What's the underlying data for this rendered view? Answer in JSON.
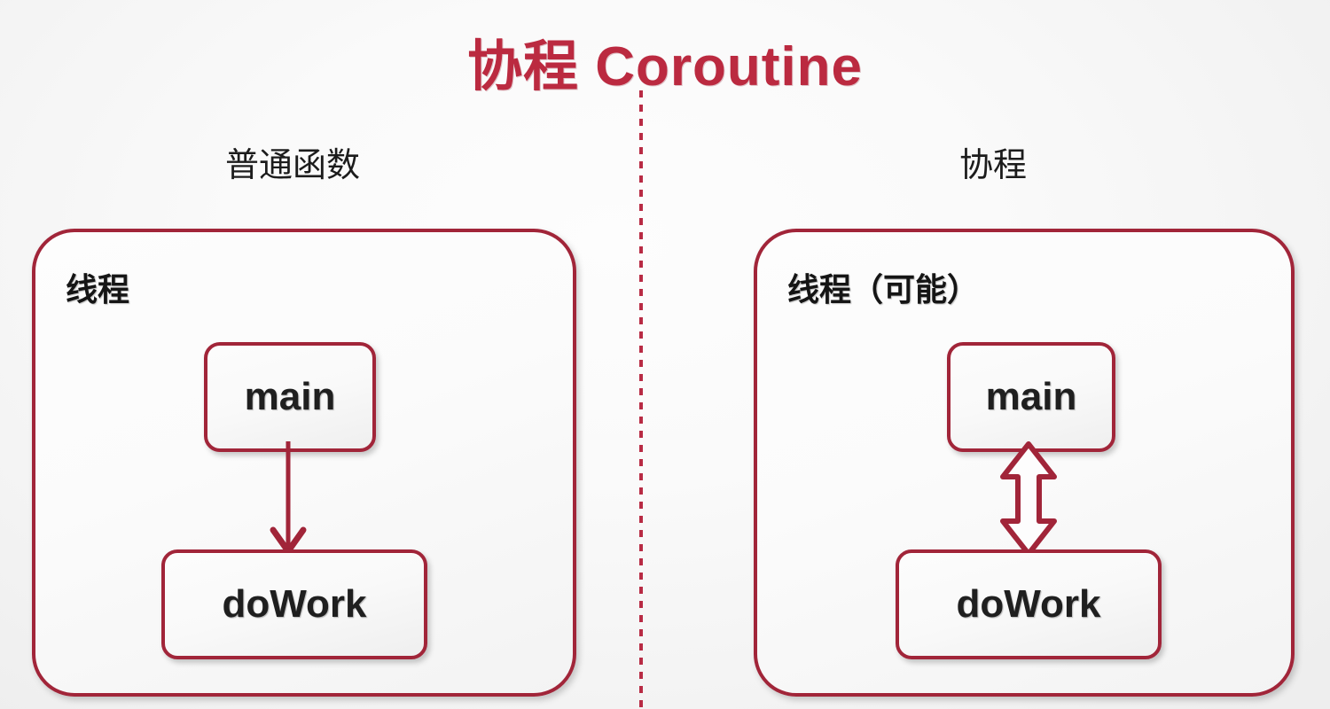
{
  "title": "协程 Coroutine",
  "theme": {
    "accent": "#bb2a40",
    "border": "#a12539",
    "divider": "#b82b44",
    "text": "#1c1c1c",
    "background": "#fafafa"
  },
  "divider": {
    "style": "dashed-vertical"
  },
  "columns": [
    {
      "id": "ordinary-function",
      "heading": "普通函数",
      "thread_label": "线程",
      "boxes": [
        {
          "id": "main",
          "label": "main"
        },
        {
          "id": "dowork",
          "label": "doWork"
        }
      ],
      "arrow": {
        "name": "single-down-arrow",
        "direction": "down",
        "style": "thin-line-open-head",
        "from": "main",
        "to": "dowork"
      }
    },
    {
      "id": "coroutine",
      "heading": "协程",
      "thread_label": "线程（可能）",
      "boxes": [
        {
          "id": "main",
          "label": "main"
        },
        {
          "id": "dowork",
          "label": "doWork"
        }
      ],
      "arrow": {
        "name": "double-headed-arrow",
        "direction": "up-down",
        "style": "hollow-outlined",
        "from": "main",
        "to": "dowork"
      }
    }
  ]
}
